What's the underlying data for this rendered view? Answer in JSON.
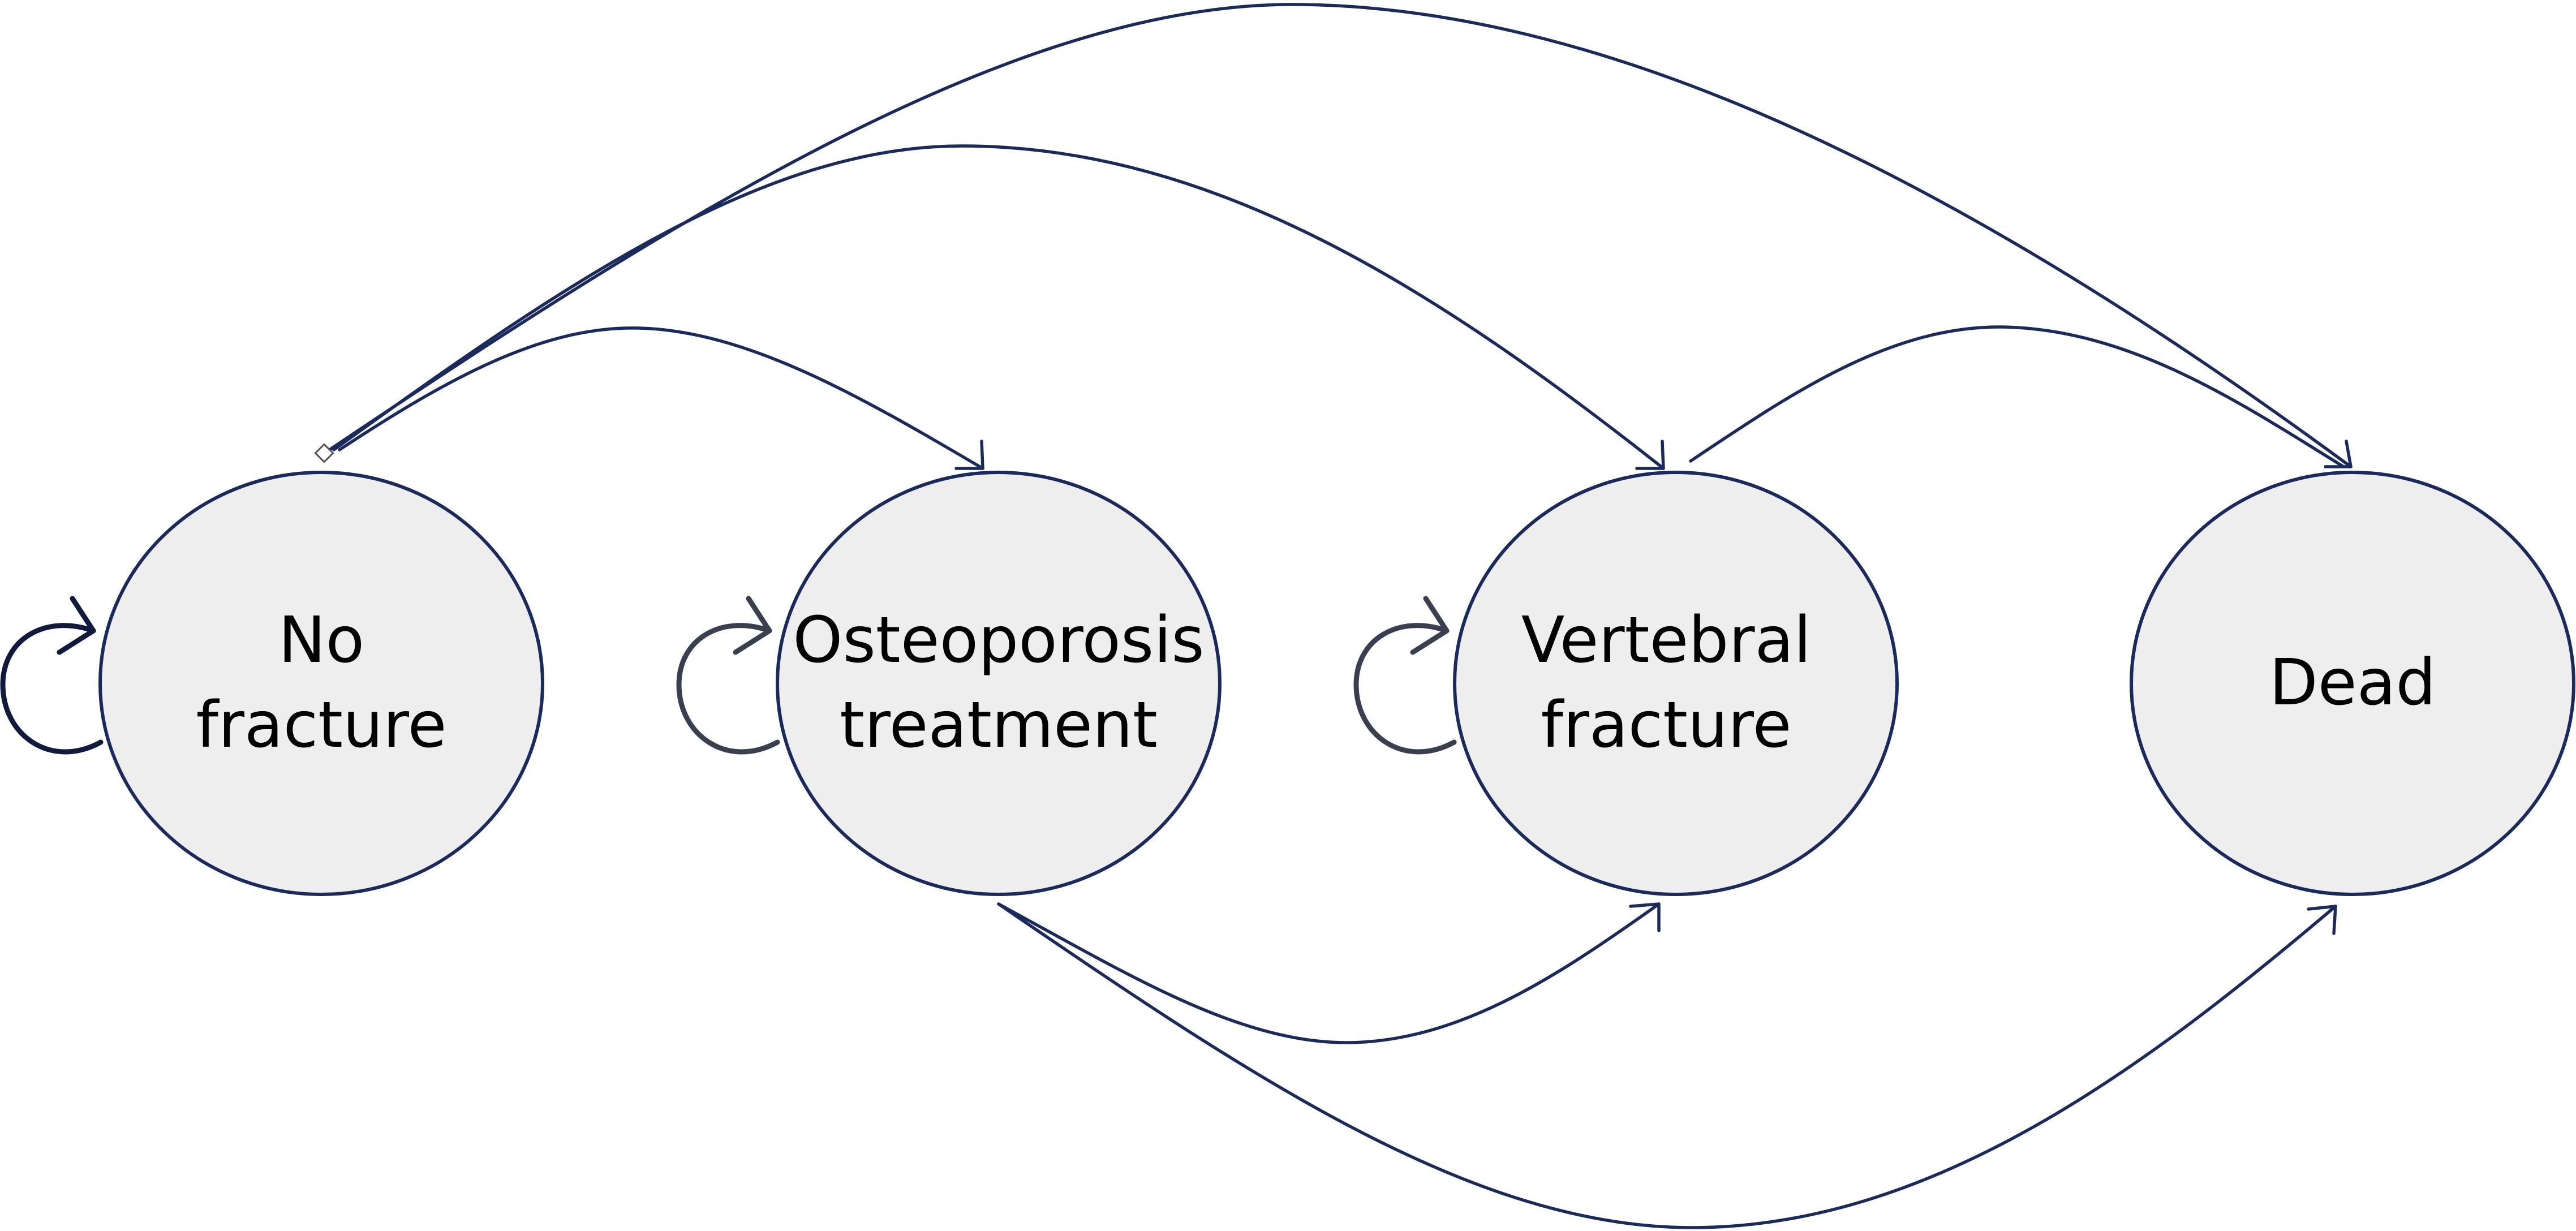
{
  "states": [
    {
      "id": "no-fracture",
      "label_lines": [
        "No",
        "fracture"
      ]
    },
    {
      "id": "osteoporosis-treatment",
      "label_lines": [
        "Osteoporosis",
        "treatment"
      ]
    },
    {
      "id": "vertebral-fracture",
      "label_lines": [
        "Vertebral",
        "fracture"
      ]
    },
    {
      "id": "dead",
      "label_lines": [
        "Dead"
      ]
    }
  ],
  "transitions": [
    {
      "from": "no-fracture",
      "to": "dead"
    },
    {
      "from": "no-fracture",
      "to": "vertebral-fracture"
    },
    {
      "from": "no-fracture",
      "to": "osteoporosis-treatment"
    },
    {
      "from": "vertebral-fracture",
      "to": "dead"
    },
    {
      "from": "osteoporosis-treatment",
      "to": "vertebral-fracture"
    },
    {
      "from": "osteoporosis-treatment",
      "to": "dead"
    },
    {
      "from": "no-fracture",
      "to": "no-fracture"
    },
    {
      "from": "osteoporosis-treatment",
      "to": "osteoporosis-treatment"
    },
    {
      "from": "vertebral-fracture",
      "to": "vertebral-fracture"
    }
  ],
  "colors": {
    "node_fill": "#eeeeee",
    "line": "#1b2a5c",
    "text": "#000000"
  }
}
